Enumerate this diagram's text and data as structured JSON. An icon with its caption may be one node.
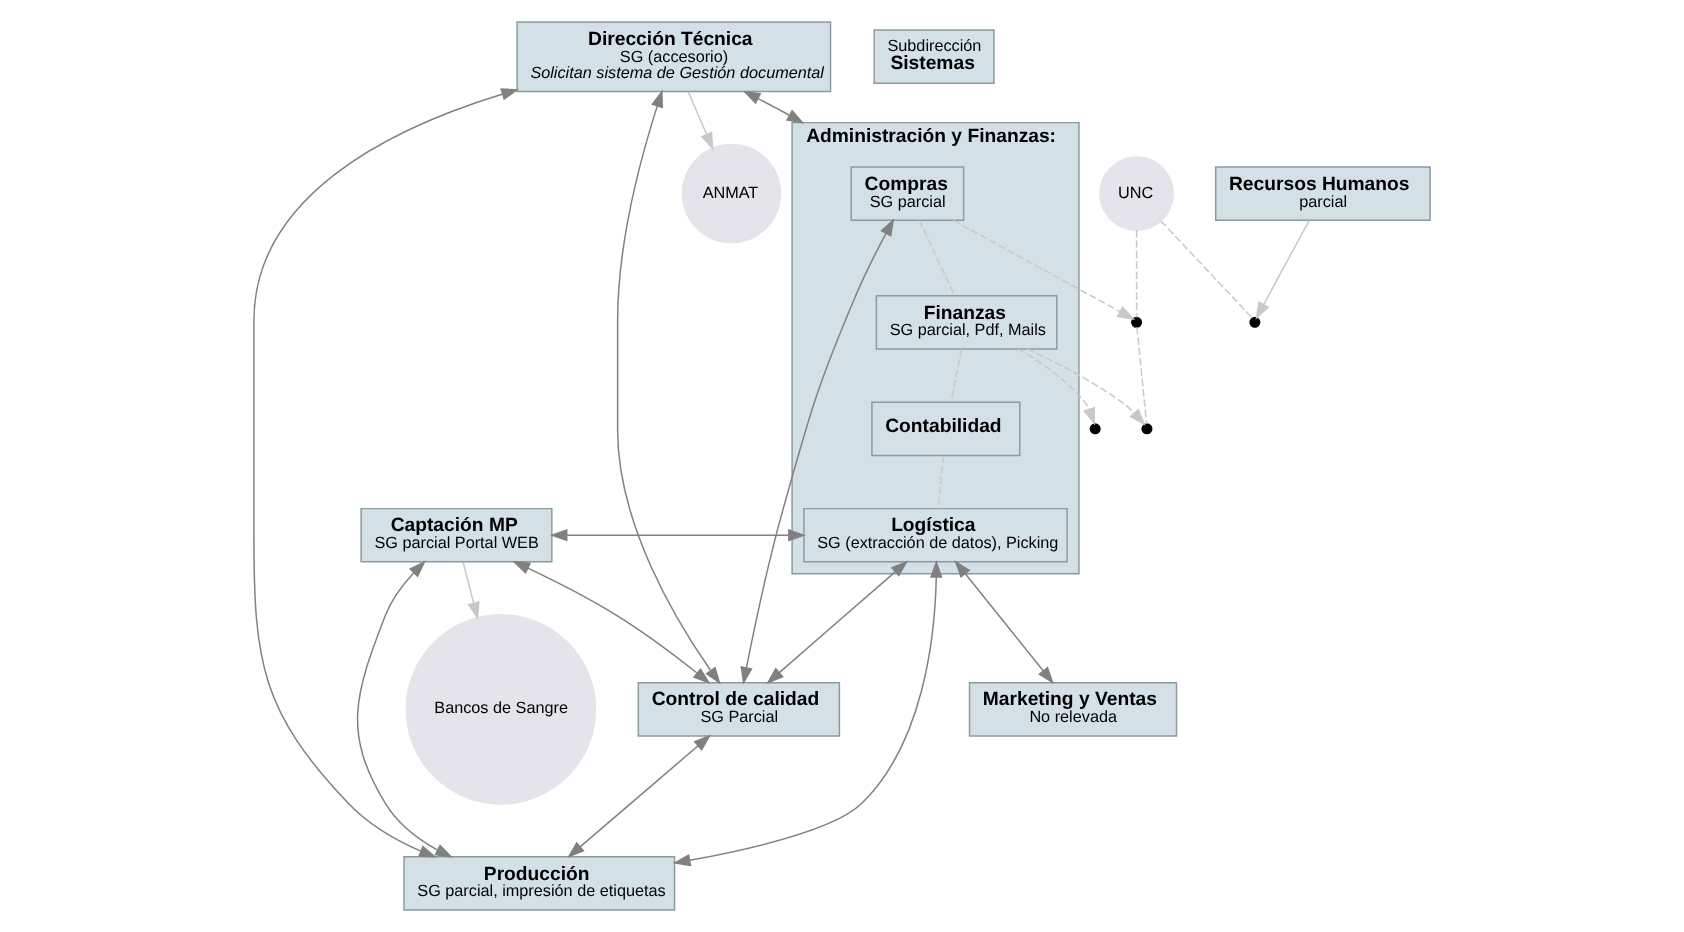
{
  "diagram": {
    "nodes": [
      {
        "text": [
          "ANMAT"
        ]
      },
      {
        "text": [
          "UNC"
        ]
      },
      {
        "text": [],
        "shape": "circle"
      },
      {
        "text": [
          "Dirección Técnica",
          "SG (accesorio)",
          "Solicitan sistema de Gestión documental"
        ]
      },
      {
        "text": [],
        "shape": "circle"
      },
      {
        "text": [],
        "shape": "circle"
      },
      {
        "text": [],
        "shape": "circle"
      },
      {
        "text": [
          "Administración y Finanzas:"
        ]
      },
      {
        "text": [
          "Compras",
          "SG parcial"
        ],
        "in": 7
      },
      {
        "text": [
          "Finanzas",
          "SG parcial, Pdf, Mails"
        ],
        "in": 7
      },
      {
        "text": [
          "Contabilidad"
        ],
        "in": 7
      },
      {
        "text": [
          "Logística",
          "SG (extracción de datos), Picking"
        ],
        "in": 7
      },
      {
        "text": [
          "Recursos Humanos",
          "parcial"
        ]
      },
      {
        "text": [
          "Subdirección",
          "Sistemas"
        ]
      },
      {
        "text": [
          "Bancos de Sangre"
        ]
      },
      {
        "text": [
          "Captación MP",
          "SG parcial Portal WEB"
        ]
      },
      {
        "text": [
          "Control de calidad",
          "SG Parcial"
        ]
      },
      {
        "text": [
          "Producción",
          "SG parcial, impresión de etiquetas"
        ]
      },
      {
        "text": [
          "Marketing y Ventas",
          "No relevada"
        ]
      }
    ],
    "edges": [
      {
        "from": 1,
        "to": 2,
        "arrow": "none",
        "style": "dashed",
        "color": "#c8c8c8"
      },
      {
        "from": 1,
        "to": 4,
        "arrow": "none",
        "style": "dashed",
        "color": "#c8c8c8"
      },
      {
        "from": 4,
        "to": 5,
        "arrow": "none",
        "style": "dashed",
        "color": "#c8c8c8"
      },
      {
        "from": 12,
        "to": 2,
        "arrow": "to",
        "color": "#c8c8c8"
      },
      {
        "from": 3,
        "to": 0,
        "arrow": "to",
        "color": "#c8c8c8"
      },
      {
        "from": 15,
        "to": 14,
        "arrow": "to",
        "color": "#c8c8c8"
      },
      {
        "from": 8,
        "to": 4,
        "arrow": "to",
        "style": "dashed",
        "color": "#c8c8c8"
      },
      {
        "from": 9,
        "to": 5,
        "arrow": "to",
        "style": "dashed",
        "color": "#c8c8c8"
      },
      {
        "from": 9,
        "to": 6,
        "arrow": "to",
        "style": "dashed",
        "color": "#c8c8c8"
      },
      {
        "from": 8,
        "to": 9,
        "arrow": "none",
        "style": "dashed",
        "color": "#c8c8c8"
      },
      {
        "from": 9,
        "to": 10,
        "arrow": "none",
        "style": "dashed",
        "color": "#c8c8c8"
      },
      {
        "from": 10,
        "to": 11,
        "arrow": "none",
        "style": "dashed",
        "color": "#c8c8c8"
      },
      {
        "from": 3,
        "to": 7,
        "arrow": "both"
      },
      {
        "from": 3,
        "to": 16,
        "arrow": "both"
      },
      {
        "from": 3,
        "to": 17,
        "arrow": "both"
      },
      {
        "from": 16,
        "to": 8,
        "arrow": "both"
      },
      {
        "from": 11,
        "to": 15,
        "arrow": "both"
      },
      {
        "from": 11,
        "to": 16,
        "arrow": "both"
      },
      {
        "from": 11,
        "to": 17,
        "arrow": "both"
      },
      {
        "from": 11,
        "to": 18,
        "arrow": "both"
      },
      {
        "from": 15,
        "to": 16,
        "arrow": "both"
      },
      {
        "from": 16,
        "to": 17,
        "arrow": "both"
      },
      {
        "from": 15,
        "to": 17,
        "arrow": "both"
      }
    ]
  }
}
